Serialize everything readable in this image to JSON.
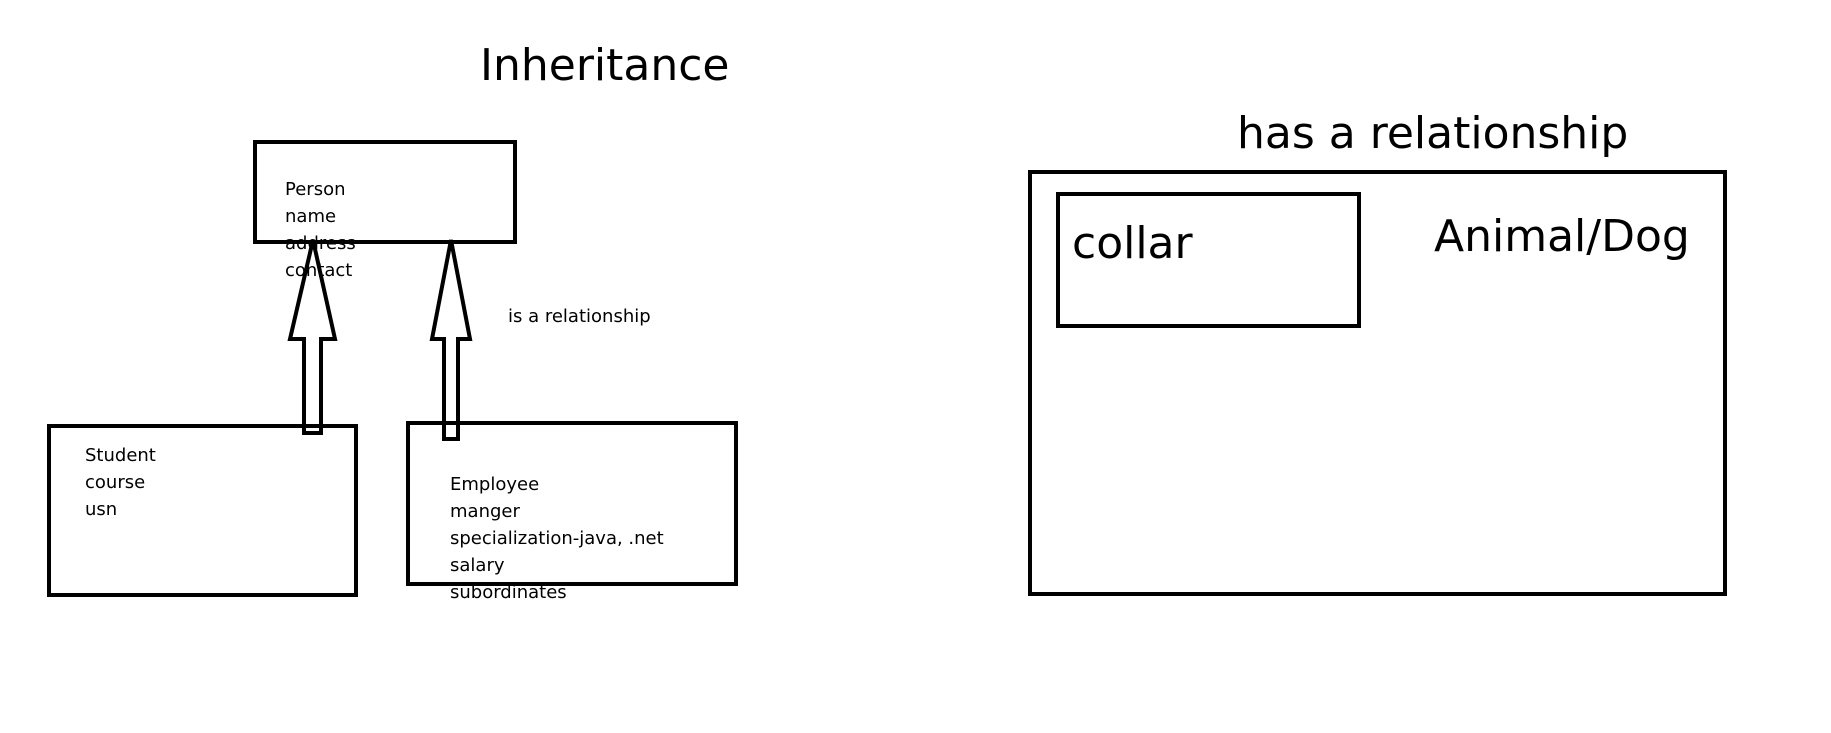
{
  "inheritance": {
    "title": "Inheritance",
    "relationship_label": "is a relationship",
    "person": [
      "Person",
      "name",
      "address",
      "contact"
    ],
    "student": [
      "Student",
      "course",
      "usn"
    ],
    "employee": [
      "Employee",
      "manger",
      "specialization-java, .net",
      "salary",
      "subordinates"
    ]
  },
  "composition": {
    "title": "has a relationship",
    "outer_label": "Animal/Dog",
    "inner_label": "collar"
  }
}
